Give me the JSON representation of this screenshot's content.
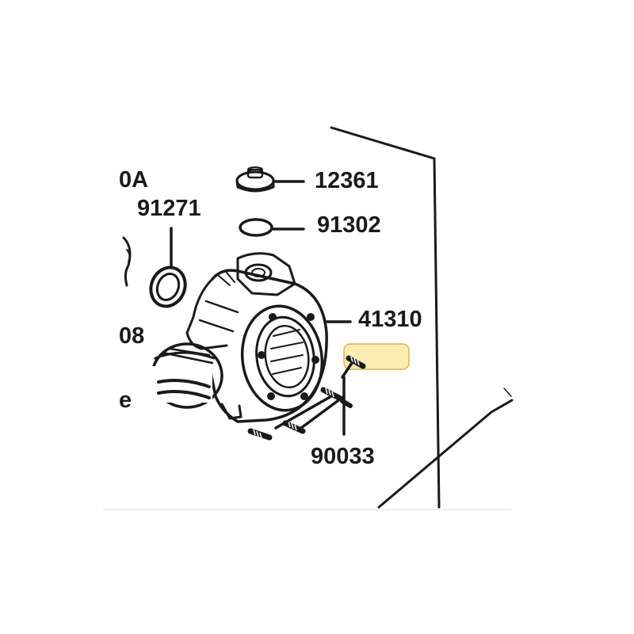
{
  "parts": {
    "p12361": {
      "number": "12361",
      "name": "cap-part"
    },
    "p91302": {
      "number": "91302",
      "name": "snap-ring-part"
    },
    "p91271": {
      "number": "91271",
      "name": "o-ring-part"
    },
    "p41310": {
      "number": "41310",
      "name": "gear-case-part"
    },
    "p90033": {
      "number": "90033",
      "name": "stud-bolt-part"
    }
  },
  "partial_labels": {
    "top_left": "0A",
    "mid_left": "08",
    "low_left": "e"
  },
  "highlight": {
    "color": "#fde9a4",
    "border": "#d9b64a"
  }
}
